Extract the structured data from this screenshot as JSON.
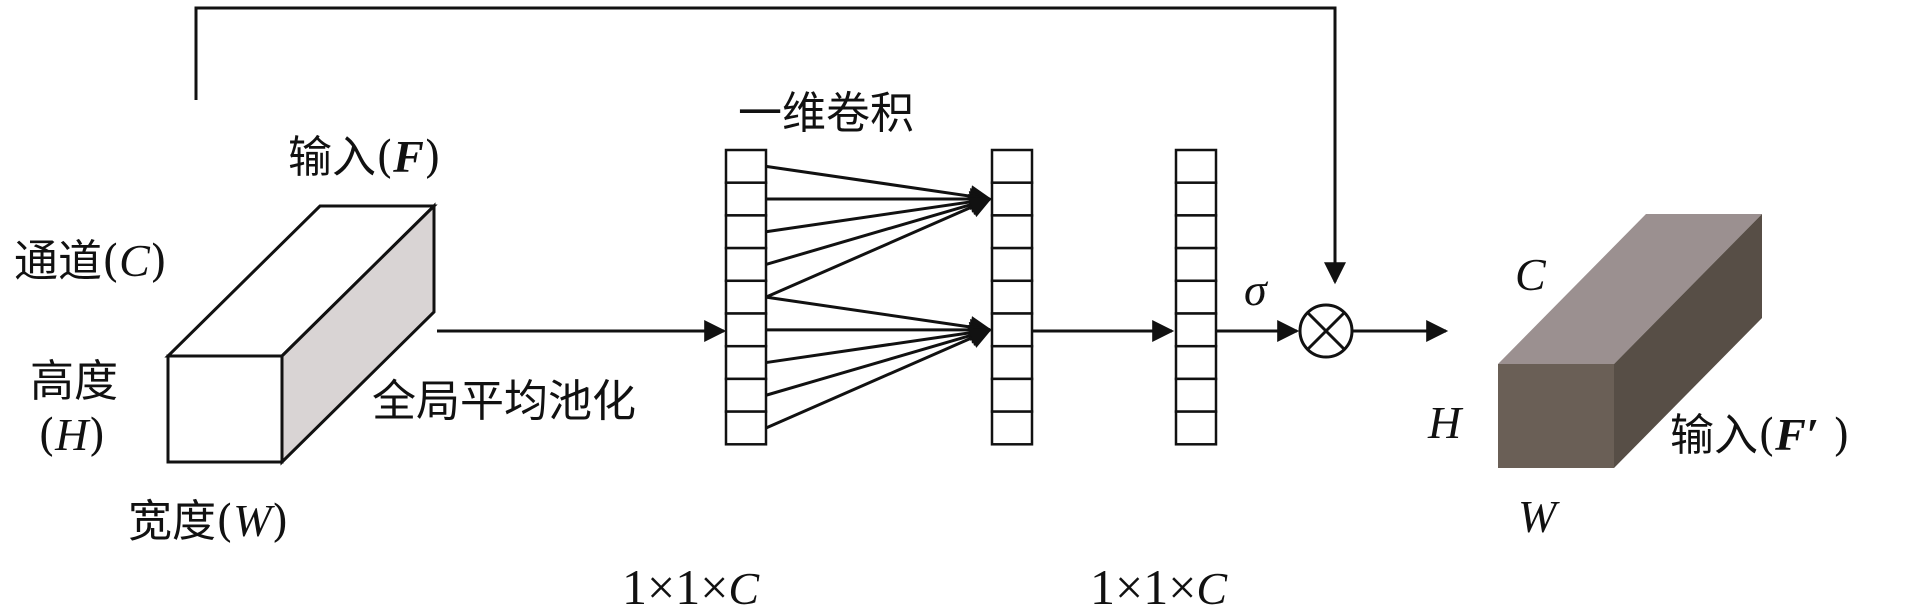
{
  "input_label": {
    "prefix": "输入(",
    "symbol": "F",
    "suffix": ")"
  },
  "channel_label": {
    "prefix": "通道(",
    "symbol": "C",
    "suffix": ")"
  },
  "height_label": {
    "line1": "高度",
    "line2_prefix": "(",
    "symbol": "H",
    "line2_suffix": ")"
  },
  "width_label": {
    "prefix": "宽度(",
    "symbol": "W",
    "suffix": ")"
  },
  "gap_label": "全局平均池化",
  "conv_label": "一维卷积",
  "sigma_label": "σ",
  "dim_label_1": {
    "prefix": "1×1×",
    "symbol": "C"
  },
  "dim_label_2": {
    "prefix": "1×1×",
    "symbol": "C"
  },
  "output_label": {
    "prefix": "输入(",
    "symbol": "F′",
    "suffix": " )"
  },
  "output_c": "C",
  "output_h": "H",
  "output_w": "W",
  "colors": {
    "input_side": "#d9d4d4",
    "output_top": "#9b9090",
    "output_front": "#6a5f56",
    "output_side": "#574e46",
    "stroke": "#111111"
  }
}
